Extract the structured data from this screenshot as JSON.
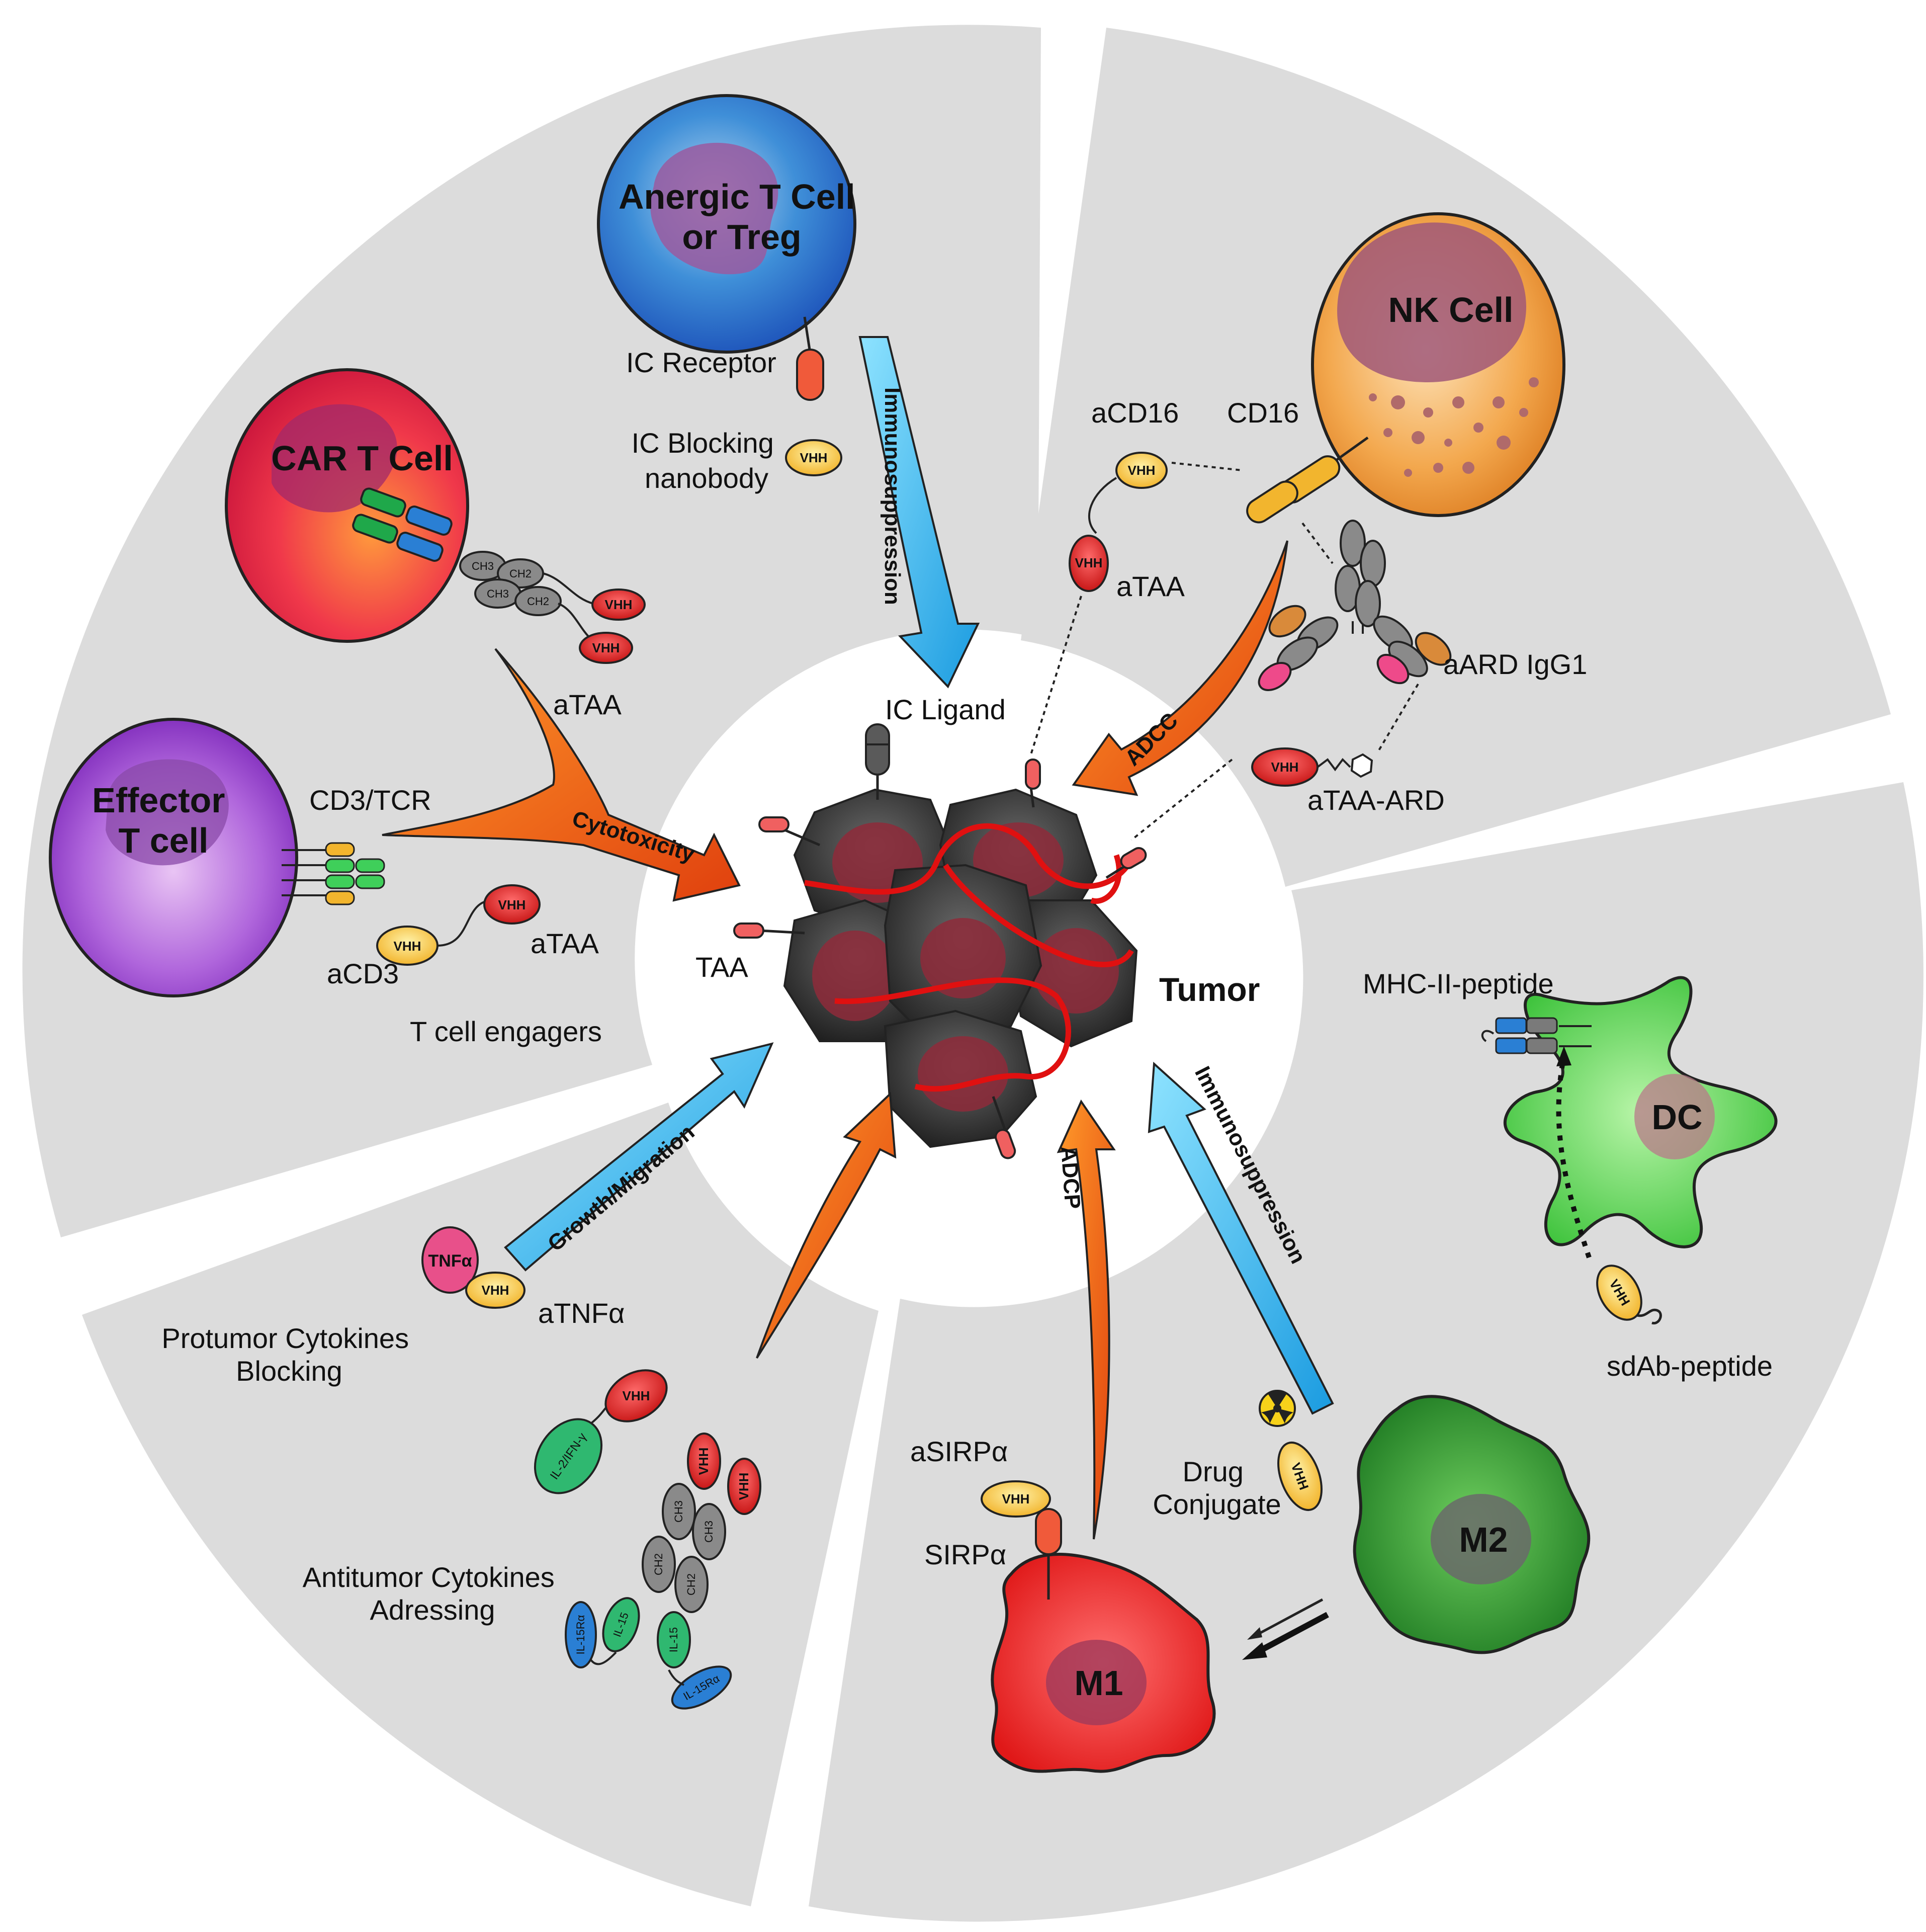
{
  "center": {
    "tumor_label": "Tumor",
    "taa_label": "TAA",
    "ic_ligand_label": "IC Ligand"
  },
  "cells": {
    "anergic": "Anergic T Cell or Treg",
    "anergic_line1": "Anergic T Cell",
    "anergic_line2": "or Treg",
    "car_t": "CAR T Cell",
    "effector_line1": "Effector",
    "effector_line2": "T cell",
    "nk": "NK Cell",
    "dc": "DC",
    "m1": "M1",
    "m2": "M2"
  },
  "labels": {
    "ic_receptor": "IC Receptor",
    "ic_blocking_line1": "IC Blocking",
    "ic_blocking_line2": "nanobody",
    "car_ataa": "aTAA",
    "cd3_tcr": "CD3/TCR",
    "acd3": "aCD3",
    "effector_ataa": "aTAA",
    "t_cell_engagers": "T cell engagers",
    "acd16": "aCD16",
    "cd16": "CD16",
    "nk_ataa": "aTAA",
    "aard_igg1": "aARD IgG1",
    "ataa_ard": "aTAA-ARD",
    "mhc_peptide": "MHC-II-peptide",
    "sdab_peptide": "sdAb-peptide",
    "asirpa": "aSIRPα",
    "sirpa": "SIRPα",
    "drug_line1": "Drug",
    "drug_line2": "Conjugate",
    "atnfa": "aTNFα",
    "tnfa": "TNFα",
    "protumor_line1": "Protumor Cytokines",
    "protumor_line2": "Blocking",
    "antitumor_line1": "Antitumor Cytokines",
    "antitumor_line2": "Adressing",
    "vhh": "VHH",
    "ch2": "CH2",
    "ch3": "CH3",
    "il2_ifn": "IL-2/IFN-γ",
    "il15": "IL-15",
    "il15ra": "IL-15Rα"
  },
  "arrows": {
    "immunosuppression_top": "Immunosuppression",
    "cytotoxicity": "Cytotoxicity",
    "adcc": "ADCC",
    "growth_migration": "Growth/Migration",
    "adcp": "ADCP",
    "immunosuppression_bottom": "Immunosuppression"
  },
  "colors": {
    "sector_fill": "#dcdcdc",
    "activation_arrow": "#f05a14",
    "suppression_arrow": "#2bb7ee",
    "vhh_yellow": "#f7c948",
    "vhh_red": "#e0201f",
    "tumor_cell": "#3a3a3a",
    "nucleus": "#8e2a3a"
  }
}
